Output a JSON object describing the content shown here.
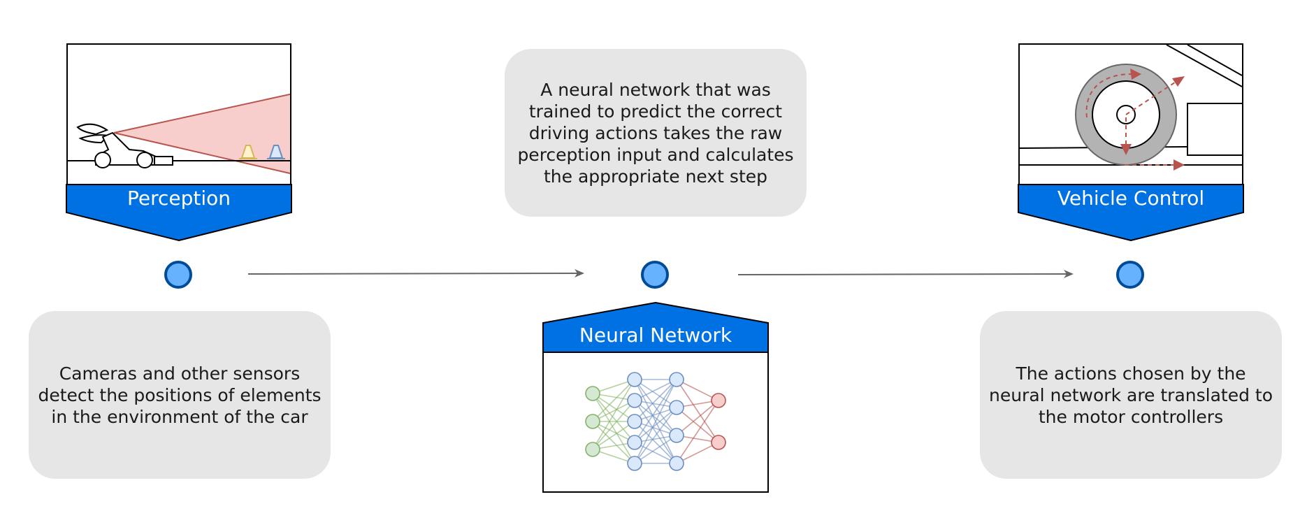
{
  "stages": [
    {
      "title": "Perception",
      "description": "Cameras and other sensors detect the positions of elements in the environment of the car"
    },
    {
      "title": "Neural Network",
      "description": "A neural network that was trained to predict the correct driving actions takes the raw perception input and calculates the appropriate next step"
    },
    {
      "title": "Vehicle Control",
      "description": "The actions chosen by the neural network are translated to the motor controllers"
    }
  ],
  "colors": {
    "banner": "#0071e3",
    "node_fill": "#66b2ff",
    "node_stroke": "#004c99",
    "bubble": "#e6e6e6",
    "arrow": "#666666",
    "camera_cone": "#f8cecc",
    "cone_red_stroke": "#b85450",
    "input_layer": "#82b366",
    "hidden_layer": "#6c8ebf",
    "output_layer": "#b85450"
  }
}
